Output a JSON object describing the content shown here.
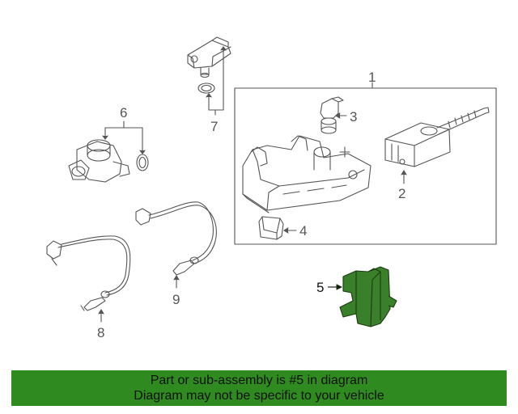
{
  "callouts": {
    "c1": "1",
    "c2": "2",
    "c3": "3",
    "c4": "4",
    "c5": "5",
    "c6": "6",
    "c7": "7",
    "c8": "8",
    "c9": "9"
  },
  "banner": {
    "line1": "Part or sub-assembly is #5 in diagram",
    "line2": "Diagram may not be specific to your vehicle"
  },
  "colors": {
    "highlight_part": "#3a7f2a",
    "banner_background": "#2f8a1f",
    "line_art": "#555555"
  }
}
